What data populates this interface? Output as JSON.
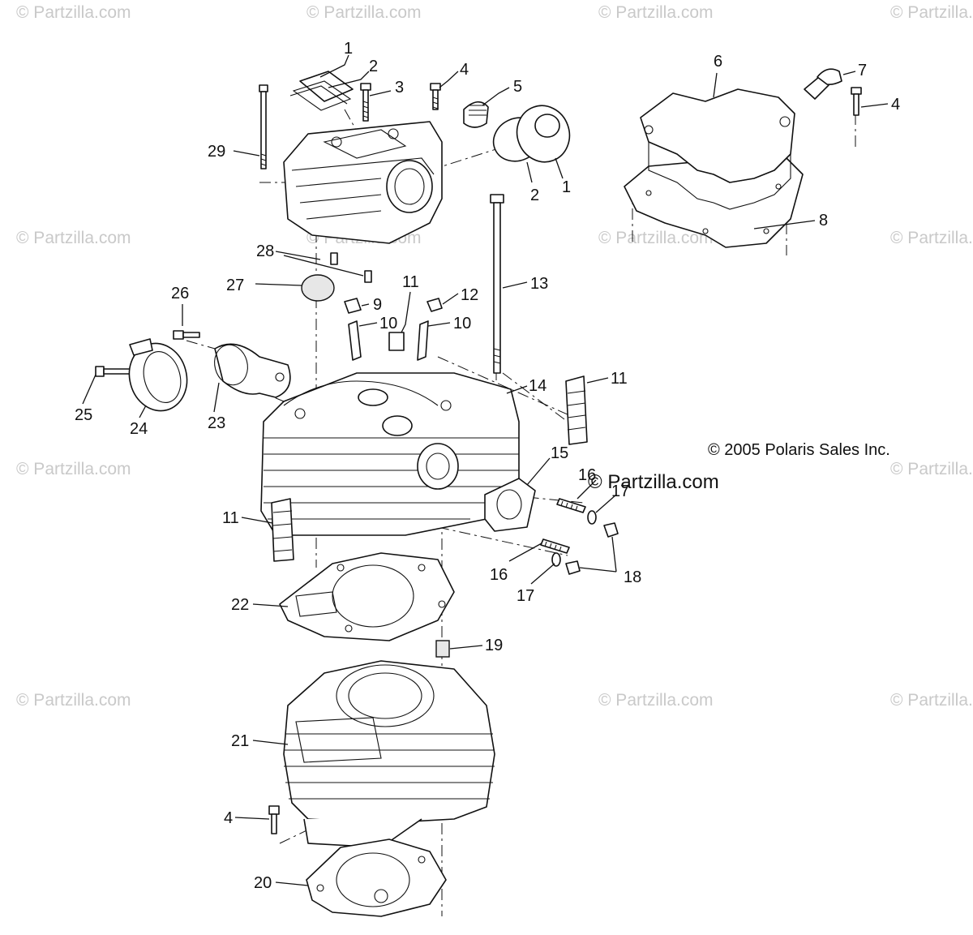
{
  "watermark": "© Partzilla.com",
  "copyright": "© 2005 Polaris Sales Inc.",
  "brand_overlay": "© Partzilla.com",
  "callouts": [
    {
      "id": "c1a",
      "text": "1"
    },
    {
      "id": "c2a",
      "text": "2"
    },
    {
      "id": "c3",
      "text": "3"
    },
    {
      "id": "c4a",
      "text": "4"
    },
    {
      "id": "c5",
      "text": "5"
    },
    {
      "id": "c2b",
      "text": "2"
    },
    {
      "id": "c1b",
      "text": "1"
    },
    {
      "id": "c29",
      "text": "29"
    },
    {
      "id": "c6",
      "text": "6"
    },
    {
      "id": "c7",
      "text": "7"
    },
    {
      "id": "c4b",
      "text": "4"
    },
    {
      "id": "c8",
      "text": "8"
    },
    {
      "id": "c28",
      "text": "28"
    },
    {
      "id": "c27",
      "text": "27"
    },
    {
      "id": "c26",
      "text": "26"
    },
    {
      "id": "c11a",
      "text": "11"
    },
    {
      "id": "c9",
      "text": "9"
    },
    {
      "id": "c12",
      "text": "12"
    },
    {
      "id": "c13",
      "text": "13"
    },
    {
      "id": "c10a",
      "text": "10"
    },
    {
      "id": "c10b",
      "text": "10"
    },
    {
      "id": "c25",
      "text": "25"
    },
    {
      "id": "c24",
      "text": "24"
    },
    {
      "id": "c23",
      "text": "23"
    },
    {
      "id": "c14",
      "text": "14"
    },
    {
      "id": "c11b",
      "text": "11"
    },
    {
      "id": "c15",
      "text": "15"
    },
    {
      "id": "c16a",
      "text": "16"
    },
    {
      "id": "c17a",
      "text": "17"
    },
    {
      "id": "c11c",
      "text": "11"
    },
    {
      "id": "c16b",
      "text": "16"
    },
    {
      "id": "c17b",
      "text": "17"
    },
    {
      "id": "c18",
      "text": "18"
    },
    {
      "id": "c22",
      "text": "22"
    },
    {
      "id": "c19",
      "text": "19"
    },
    {
      "id": "c21",
      "text": "21"
    },
    {
      "id": "c4c",
      "text": "4"
    },
    {
      "id": "c20",
      "text": "20"
    }
  ]
}
